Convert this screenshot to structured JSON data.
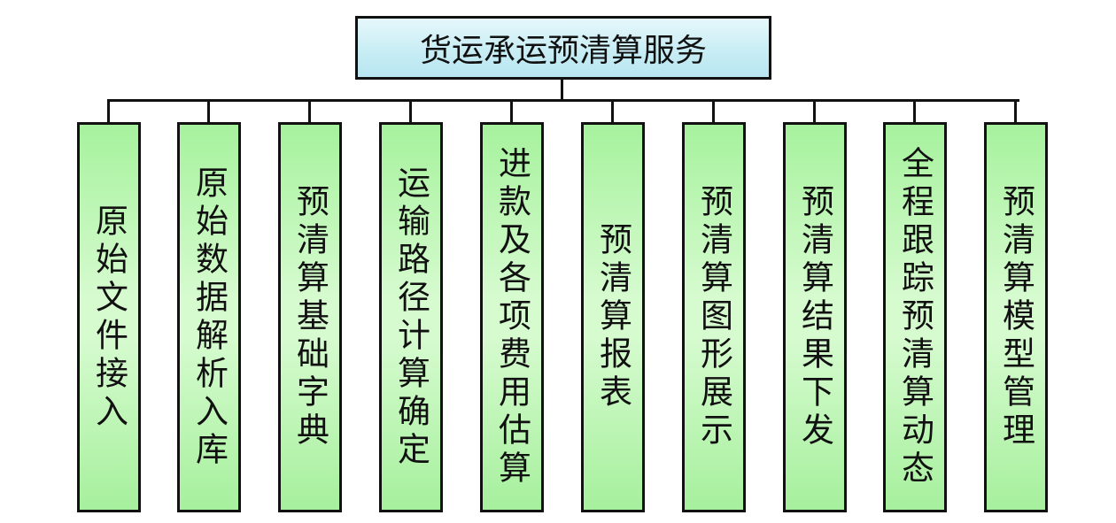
{
  "root": {
    "label": "货运承运预清算服务"
  },
  "children": [
    {
      "label": "原始文件接入"
    },
    {
      "label": "原始数据解析入库"
    },
    {
      "label": "预清算基础字典"
    },
    {
      "label": "运输路径计算确定"
    },
    {
      "label": "进款及各项费用估算"
    },
    {
      "label": "预清算报表"
    },
    {
      "label": "预清算图形展示"
    },
    {
      "label": "预清算结果下发"
    },
    {
      "label": "全程跟踪预清算动态"
    },
    {
      "label": "预清算模型管理"
    }
  ]
}
